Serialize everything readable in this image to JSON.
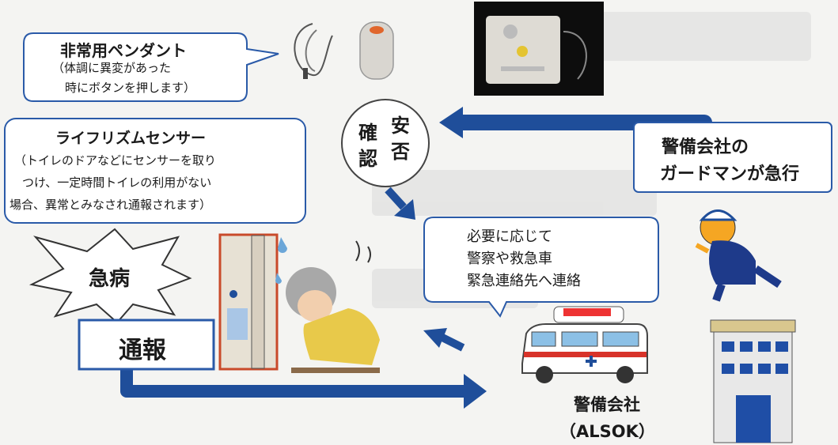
{
  "pendant": {
    "title": "非常用ペンダント",
    "line2": "（体調に異変があった",
    "line3": "時にボタンを押します）"
  },
  "sensor": {
    "title": "ライフリズムセンサー",
    "line2": "（トイレのドアなどにセンサーを取り",
    "line3": "つけ、一定時間トイレの利用がない",
    "line4": "場合、異常とみなされ通報されます）"
  },
  "safety_check": {
    "char1": "安",
    "char2": "否",
    "char3": "確",
    "char4": "認"
  },
  "guard_dispatch": {
    "line1": "警備会社の",
    "line2": "ガードマンが急行"
  },
  "contact": {
    "line1": "必要に応じて",
    "line2": "警察や救急車",
    "line3": "緊急連絡先へ連絡"
  },
  "emergency": {
    "label": "急病"
  },
  "report": {
    "label": "通報"
  },
  "company": {
    "name": "警備会社",
    "abbr": "（ALSOK）"
  },
  "colors": {
    "arrow_blue": "#1f4e9a",
    "box_border": "#2a5aa8",
    "building_blue": "#1f4ea6",
    "ambulance_red": "#d8332a"
  }
}
